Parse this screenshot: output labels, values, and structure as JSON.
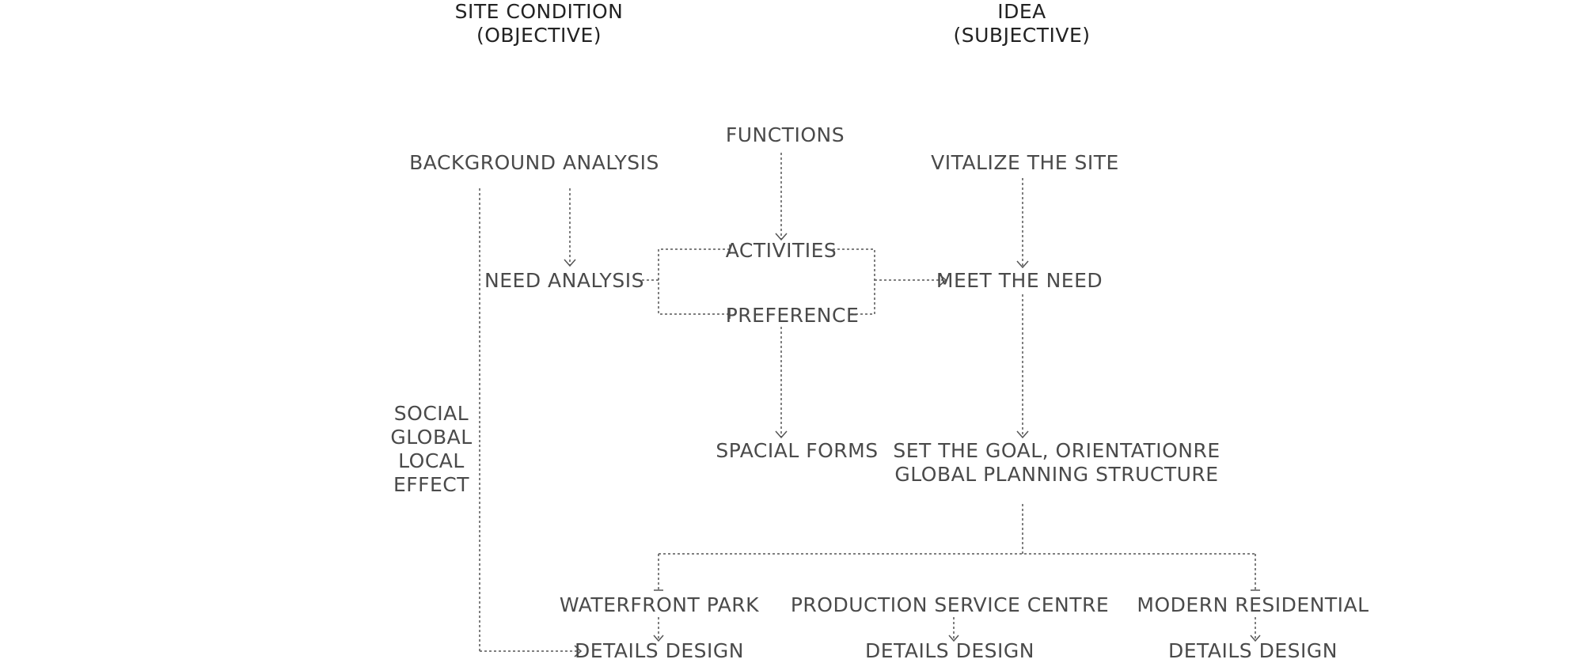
{
  "headings": {
    "site_condition": "SITE CONDITION",
    "objective": "(OBJECTIVE)",
    "idea": "IDEA",
    "subjective": "(SUBJECTIVE)"
  },
  "nodes": {
    "functions": "FUNCTIONS",
    "background_analysis": "BACKGROUND ANALYSIS",
    "vitalize_the_site": "VITALIZE THE SITE",
    "activities": "ACTIVITIES",
    "need_analysis": "NEED ANALYSIS",
    "meet_the_need": "MEET THE NEED",
    "preference": "PREFERENCE",
    "social": "SOCIAL",
    "global": "GLOBAL",
    "local": "LOCAL",
    "effect": "EFFECT",
    "spacial_forms": "SPACIAL FORMS",
    "goal_line1": "SET THE GOAL, ORIENTATIONRE",
    "goal_line2": "GLOBAL PLANNING STRUCTURE",
    "waterfront_park": "WATERFRONT PARK",
    "production_service_centre": "PRODUCTION SERVICE CENTRE",
    "modern_residential": "MODERN RESIDENTIAL",
    "details_design_1": "DETAILS DESIGN",
    "details_design_2": "DETAILS DESIGN",
    "details_design_3": "DETAILS DESIGN"
  },
  "colors": {
    "text": "#4a4a4a",
    "line": "#555555",
    "heading": "#222222",
    "background": "#ffffff"
  }
}
